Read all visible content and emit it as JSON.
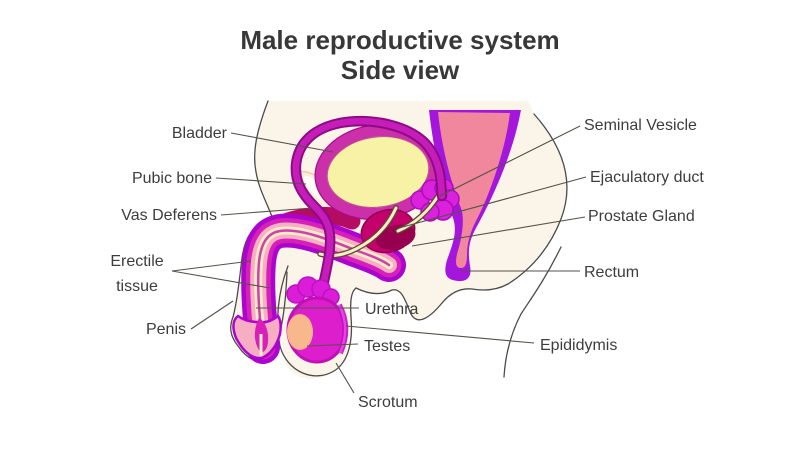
{
  "title": {
    "line1": "Male reproductive system",
    "line2": "Side view"
  },
  "labels": {
    "bladder": "Bladder",
    "pubic_bone": "Pubic bone",
    "vas_deferens": "Vas Deferens",
    "erectile_tissue_line1": "Erectile",
    "erectile_tissue_line2": "tissue",
    "penis": "Penis",
    "urethra": "Urethra",
    "testes": "Testes",
    "scrotum": "Scrotum",
    "seminal_vesicle": "Seminal Vesicle",
    "ejaculatory_duct": "Ejaculatory duct",
    "prostate_gland": "Prostate Gland",
    "rectum": "Rectum",
    "epididymis": "Epididymis"
  },
  "palette": {
    "background": "#FFFFFF",
    "body_fill": "#FBF4E8",
    "outline_gray": "#4B4B4B",
    "bladder_interior": "#F7F2A5",
    "bladder_wall": "#CB2FA9",
    "organ_purple": "#AA04CE",
    "organ_magenta": "#D621B9",
    "organ_pink": "#F8AFC6",
    "duct_cream": "#F4EDC6",
    "erectile_crimson": "#B40B63",
    "rectum_purple": "#A416DC",
    "rectum_interior": "#F0879C",
    "prostate": "#C4006C",
    "prostate_shadow": "#97004F",
    "testis": "#DD1ECC",
    "testis_interior": "#F9B78E",
    "vas_deferens": "#C61DBA",
    "seminal_vesicle": "#DB21DC",
    "pubic_bone_fill": "#FAEDDC",
    "label_text": "#3D3D3D",
    "leader_line": "#55524C"
  }
}
